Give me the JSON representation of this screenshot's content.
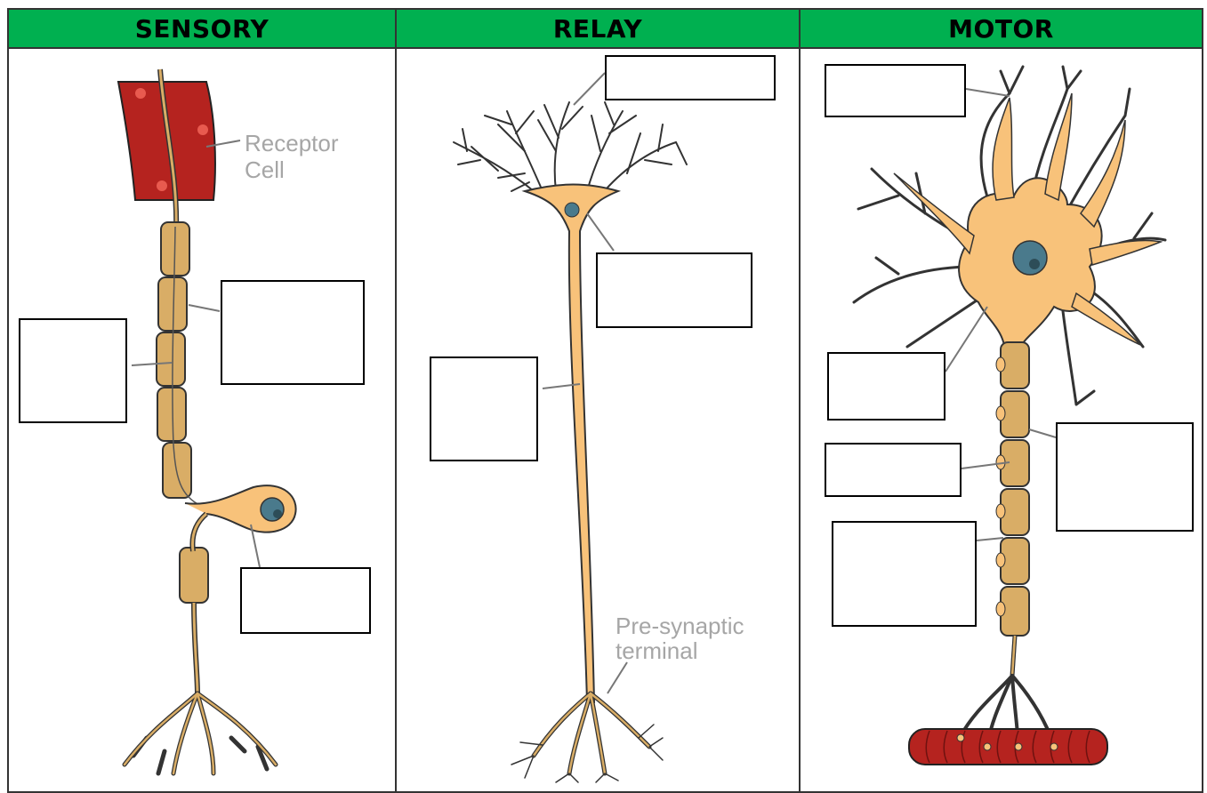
{
  "columns": [
    {
      "title": "SENSORY"
    },
    {
      "title": "RELAY"
    },
    {
      "title": "MOTOR"
    }
  ],
  "labels": {
    "receptor_line1": "Receptor",
    "receptor_line2": "Cell",
    "presynaptic_line1": "Pre-synaptic",
    "presynaptic_line2": "terminal"
  },
  "colors": {
    "header": "#00b050",
    "neuron_fill": "#f8c27a",
    "sheath_fill": "#d9ad66",
    "muscle": "#b5231f",
    "nucleus": "#4a7a8c"
  }
}
